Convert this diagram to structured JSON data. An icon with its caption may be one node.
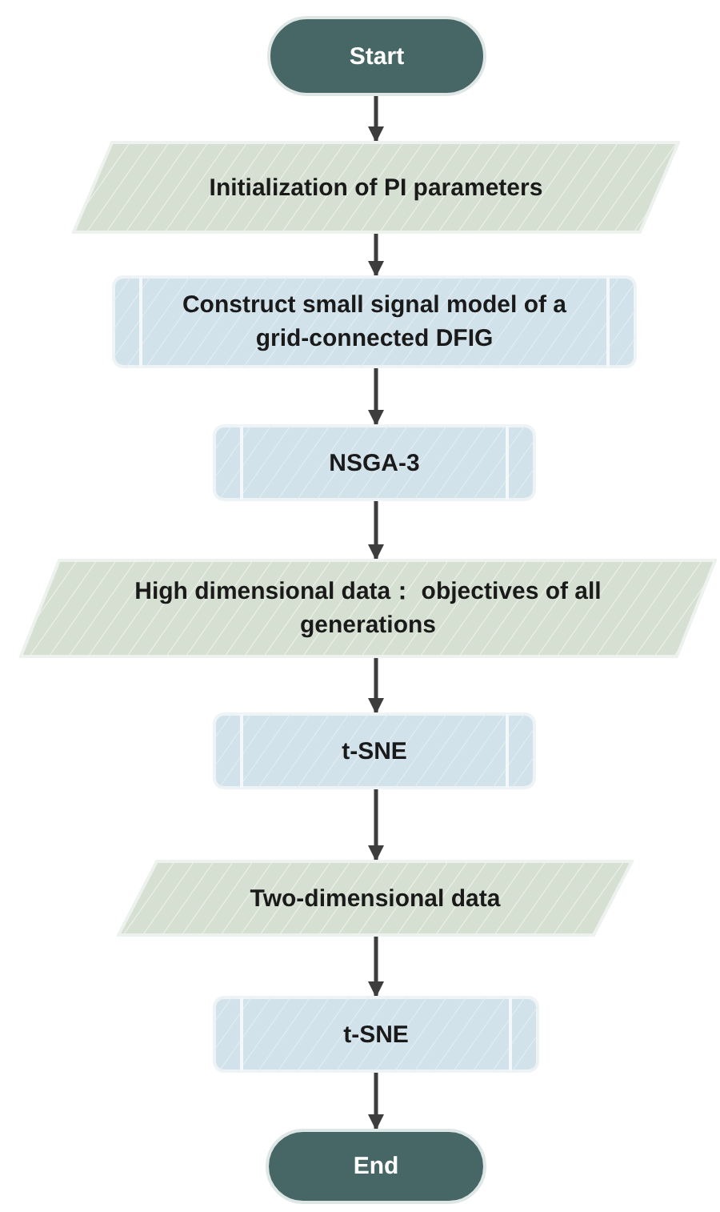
{
  "diagram": {
    "nodes": [
      {
        "text": [
          "Start"
        ]
      },
      {
        "text": [
          "Initialization of PI parameters"
        ]
      },
      {
        "text": [
          "Construct small signal model of a grid-connected DFIG"
        ]
      },
      {
        "text": [
          "NSGA-3"
        ]
      },
      {
        "text": [
          "High dimensional data： objectives of all generations"
        ]
      },
      {
        "text": [
          "t-SNE"
        ]
      },
      {
        "text": [
          "Two-dimensional data"
        ]
      },
      {
        "text": [
          "t-SNE"
        ]
      },
      {
        "text": [
          "End"
        ]
      }
    ],
    "edges": [
      {
        "from": 0,
        "to": 1,
        "arrow": "to"
      },
      {
        "from": 1,
        "to": 2,
        "arrow": "to"
      },
      {
        "from": 2,
        "to": 3,
        "arrow": "to"
      },
      {
        "from": 3,
        "to": 4,
        "arrow": "to"
      },
      {
        "from": 4,
        "to": 5,
        "arrow": "to"
      },
      {
        "from": 5,
        "to": 6,
        "arrow": "to"
      },
      {
        "from": 6,
        "to": 7,
        "arrow": "to"
      },
      {
        "from": 7,
        "to": 8,
        "arrow": "to"
      }
    ]
  }
}
